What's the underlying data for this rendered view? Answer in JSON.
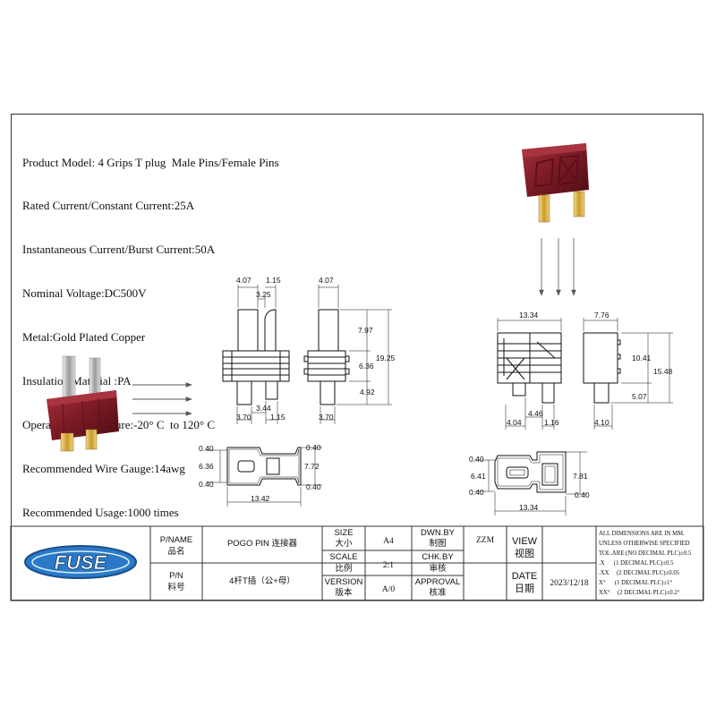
{
  "specs": [
    "Product Model: 4 Grips T plug  Male Pins/Female Pins",
    "Rated Current/Constant Current:25A",
    "Instantaneous Current/Burst Current:50A",
    "Nominal Voltage:DC500V",
    "Metal:Gold Plated Copper",
    "Insulation Material :PA",
    "Operating Temperature:-20° C  to 120° C",
    "Recommended Wire Gauge:14awg",
    "Recommended Usage:1000 times"
  ],
  "dims_male": {
    "top_left": "4.07",
    "top_right": "1.15",
    "mid": "3.25",
    "side_top": "4.07",
    "h1": "7.97",
    "h2": "6.36",
    "h3": "4.92",
    "total": "19.25",
    "b1": "3.70",
    "b2": "3.44",
    "b3": "1.15",
    "b4": "3.70",
    "p_w": "13.42",
    "p_h": "6.36",
    "p_h2": "7.72",
    "p_tl": "0.40",
    "p_bl": "0.40",
    "p_tr": "0.40",
    "p_br": "0.40"
  },
  "dims_female": {
    "top": "13.34",
    "side_top": "7.76",
    "h1": "10.41",
    "total": "15.48",
    "h2": "5.07",
    "b1": "4.04",
    "b2": "4.46",
    "b3": "1.16",
    "b4": "4.10",
    "p_w": "13.34",
    "p_h": "6.41",
    "p_h2": "7.81",
    "p_tl": "0.40",
    "p_bl": "0.40",
    "p_br": "0.40"
  },
  "logo": "FUSE",
  "title_block": {
    "pname_en": "P/NAME",
    "pname_cn": "品名",
    "pname_val": "POGO PIN 连接器",
    "pn_en": "P/N",
    "pn_cn": "料号",
    "pn_val": "4杆T插（公+母）",
    "size_en": "SIZE",
    "size_cn": "大小",
    "size_val": "A4",
    "scale_en": "SCALE",
    "scale_cn": "比例",
    "scale_val": "2:1",
    "version_en": "VERSION",
    "version_cn": "版本",
    "version_val": "A/0",
    "dwnby_en": "DWN.BY",
    "dwnby_cn": "制图",
    "dwnby_val": "ZZM",
    "chkby_en": "CHK.BY",
    "chkby_cn": "审核",
    "approval_en": "APPROVAL",
    "approval_cn": "核准",
    "view_en": "VIEW",
    "view_cn": "视图",
    "date_en": "DATE",
    "date_cn": "日期",
    "date_val": "2023/12/18",
    "notes": [
      "ALL DIMENSIONS ARE IN MM.",
      "UNLESS OTHERWISE SPECIFIED",
      "TOL.ARE:(NO DECIMAL PLC)±0.5",
      ".X      (1 DECIMAL PLC)±0.5",
      ".XX     (2 DECIMAL PLC)±0.05",
      "X°      (1 DECIMAL PLC)±1°",
      "XX°     (2 DECIMAL PLC)±0.2°"
    ]
  },
  "colors": {
    "body": "#7a1a24",
    "body_dark": "#5c1018",
    "body_light": "#9a2a36",
    "pin": "#d8b048",
    "blue": "#2a7ac8"
  }
}
